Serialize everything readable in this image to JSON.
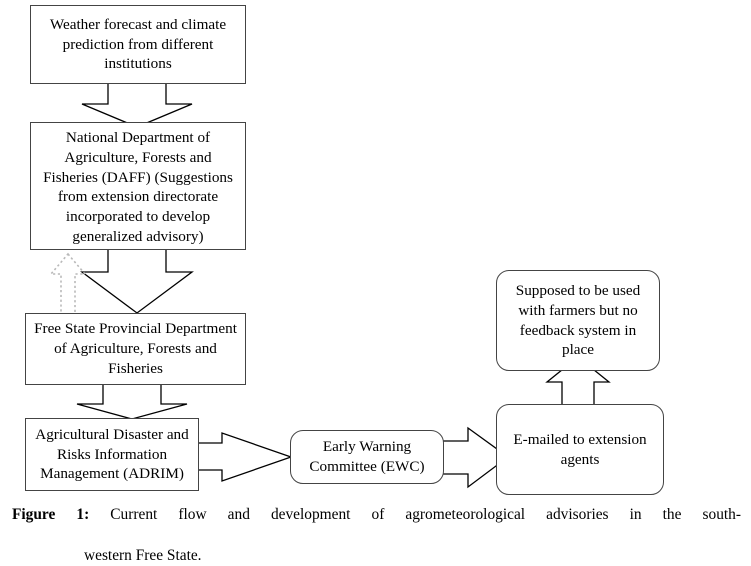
{
  "figure": {
    "caption_label": "Figure 1:",
    "caption_line1": "Current flow and development of agrometeorological advisories in the south-",
    "caption_line2": "western Free State.",
    "caption_full": "Figure 1: Current flow and development of agrometeorological advisories in the south-western Free State."
  },
  "diagram": {
    "type": "flowchart",
    "orientation": "top-to-bottom then left-to-right",
    "colors": {
      "box_border": "#444444",
      "box_fill": "#ffffff",
      "arrow_solid_stroke": "#000000",
      "arrow_dotted_stroke": "#b9b9b9",
      "text": "#000000",
      "background": "#ffffff"
    },
    "nodes": [
      {
        "id": "forecast",
        "shape": "rectangle",
        "label": "Weather forecast and climate prediction from different institutions"
      },
      {
        "id": "daff",
        "shape": "rectangle",
        "label": "National Department of Agriculture, Forests and Fisheries (DAFF) (Suggestions from extension directorate incorporated to develop generalized advisory)",
        "note": "last line clipped by box border"
      },
      {
        "id": "freestate",
        "shape": "rectangle",
        "label": "Free State Provincial Department of Agriculture, Forests and Fisheries"
      },
      {
        "id": "adrim",
        "shape": "rectangle",
        "label": "Agricultural Disaster and Risks Information Management (ADRIM)"
      },
      {
        "id": "ewc",
        "shape": "rounded-rectangle",
        "label": "Early Warning Committee (EWC)"
      },
      {
        "id": "email",
        "shape": "rounded-rectangle",
        "label": "E-mailed to extension agents"
      },
      {
        "id": "farmers",
        "shape": "rounded-rectangle",
        "label": "Supposed to be used with farmers but no feedback system in place"
      }
    ],
    "edges": [
      {
        "from": "forecast",
        "to": "daff",
        "style": "solid-block-arrow",
        "direction": "down"
      },
      {
        "from": "daff",
        "to": "freestate",
        "style": "solid-block-arrow",
        "direction": "down"
      },
      {
        "from": "freestate",
        "to": "daff",
        "style": "dotted-block-arrow",
        "direction": "up"
      },
      {
        "from": "freestate",
        "to": "adrim",
        "style": "solid-block-arrow",
        "direction": "down"
      },
      {
        "from": "adrim",
        "to": "ewc",
        "style": "solid-block-arrow",
        "direction": "right"
      },
      {
        "from": "ewc",
        "to": "email",
        "style": "solid-block-arrow",
        "direction": "right"
      },
      {
        "from": "email",
        "to": "farmers",
        "style": "solid-block-arrow",
        "direction": "up"
      }
    ]
  }
}
